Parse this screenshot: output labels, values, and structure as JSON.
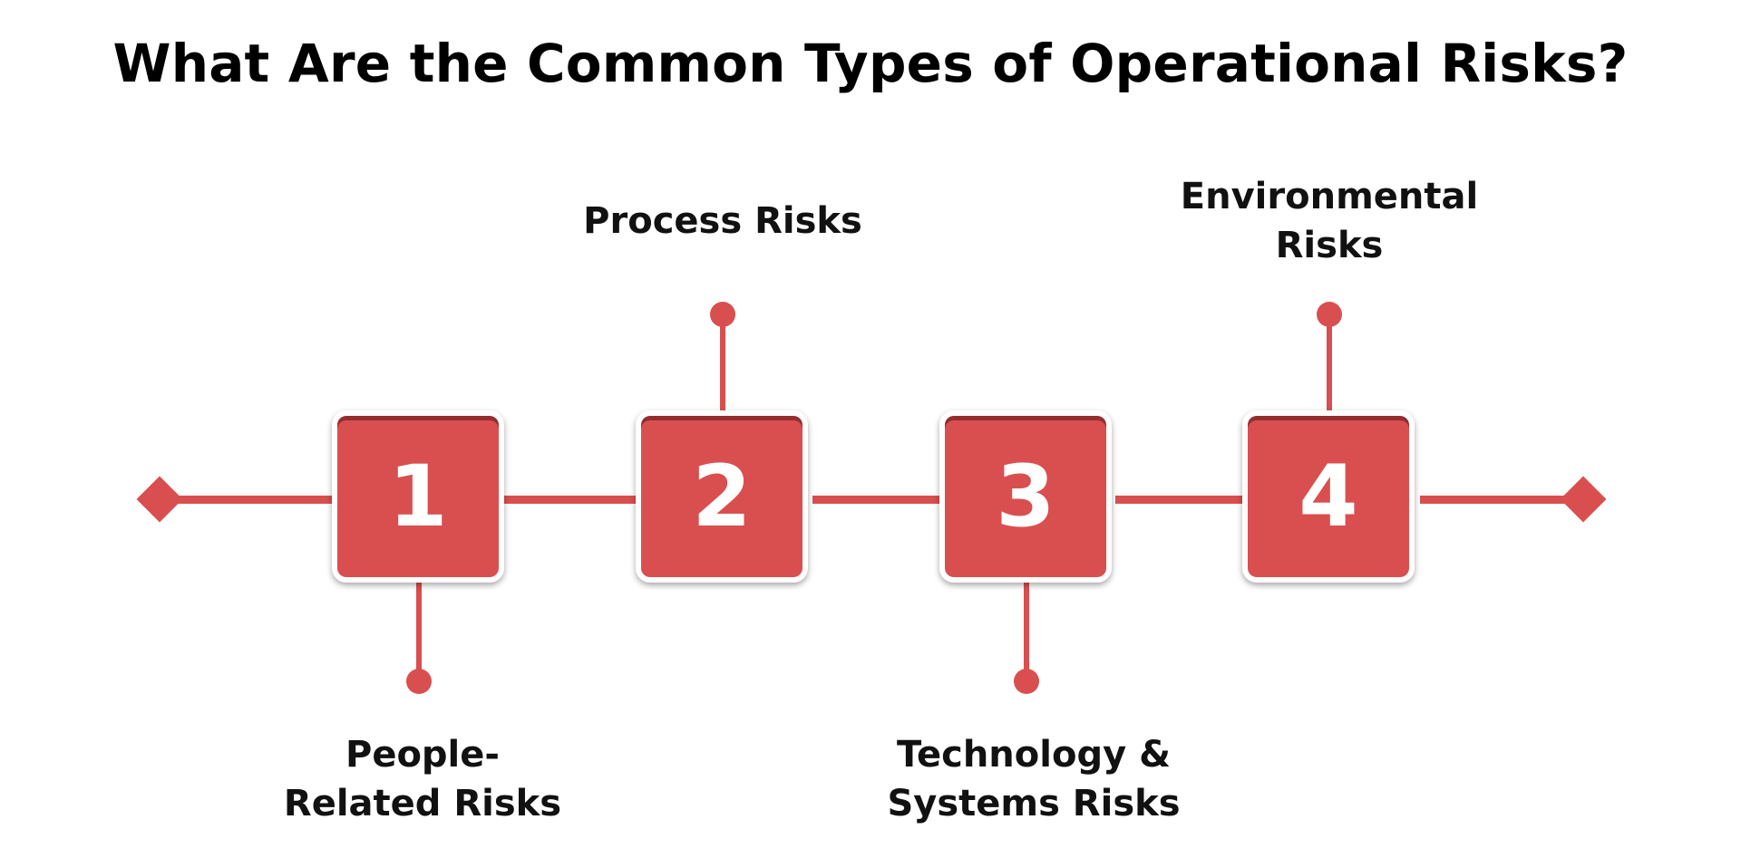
{
  "title": "What Are the Common Types of Operational Risks?",
  "colors": {
    "accent": "#d94f4f",
    "text": "#000000",
    "background": "#ffffff"
  },
  "steps": [
    {
      "number": "1",
      "label_line1": "People-",
      "label_line2": "Related Risks"
    },
    {
      "number": "2",
      "label_line1": "Process Risks",
      "label_line2": ""
    },
    {
      "number": "3",
      "label_line1": "Technology &",
      "label_line2": "Systems Risks"
    },
    {
      "number": "4",
      "label_line1": "Environmental",
      "label_line2": "Risks"
    }
  ]
}
